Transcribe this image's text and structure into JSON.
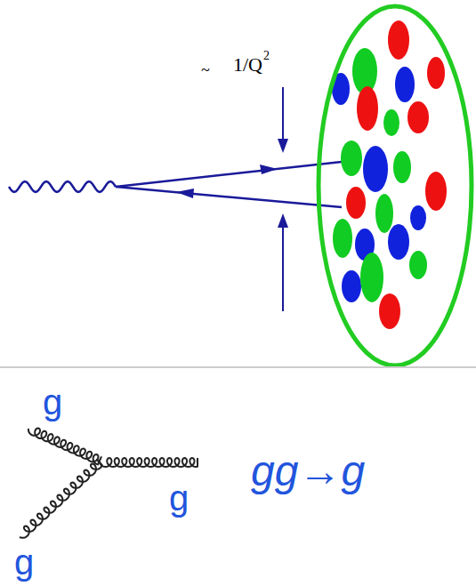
{
  "diagram": {
    "labels": [
      "~",
      "1/Q",
      "2",
      "g",
      "g",
      "g",
      "gg→g"
    ]
  }
}
